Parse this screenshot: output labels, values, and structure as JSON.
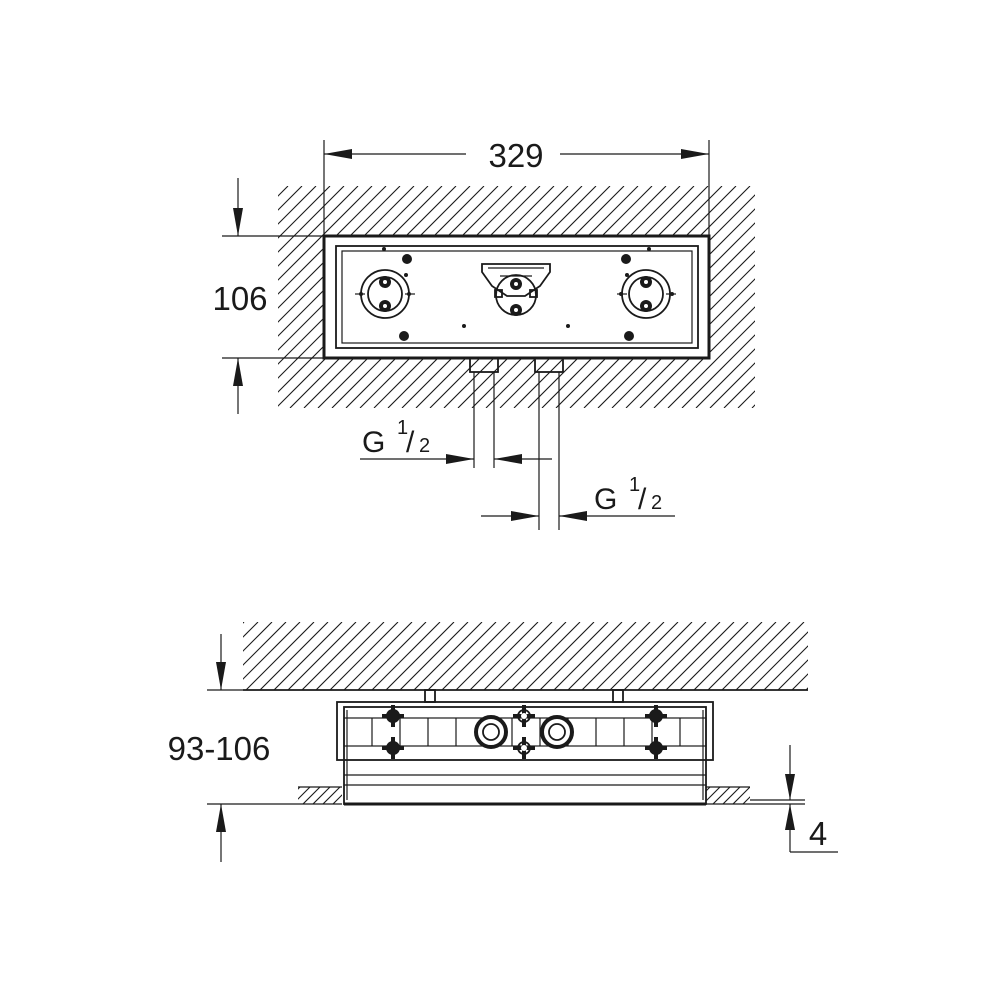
{
  "top_view": {
    "width_dim": "329",
    "depth_dim": "106",
    "inlet_left": {
      "main": "G",
      "sup": "1",
      "sub": "2"
    },
    "inlet_right": {
      "main": "G",
      "sup": "1",
      "sub": "2"
    }
  },
  "side_view": {
    "install_depth_dim": "93-106",
    "flange_dim": "4"
  }
}
